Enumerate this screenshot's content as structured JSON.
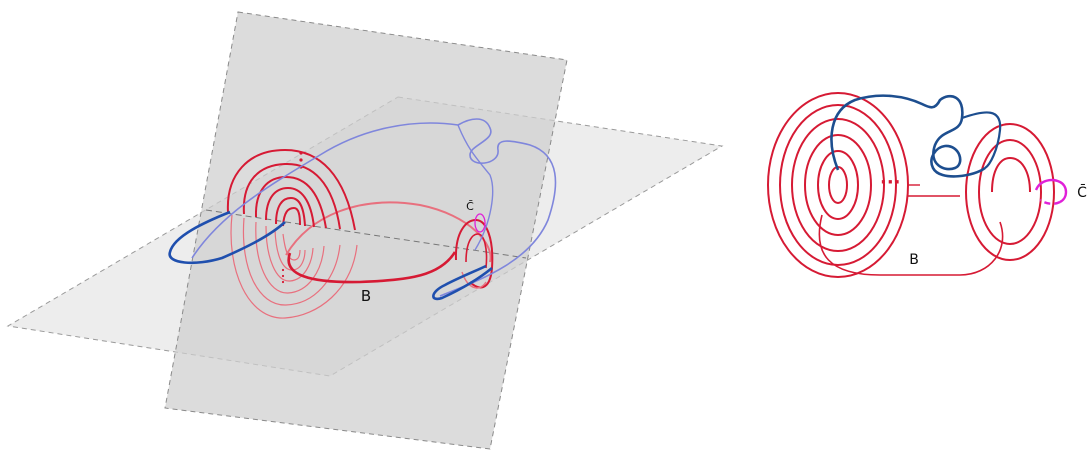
{
  "labels": {
    "left_b": "B",
    "left_c": "C̄",
    "right_b": "B",
    "right_c": "C̄"
  },
  "colors": {
    "red": "#d61a34",
    "light_red": "#e8707e",
    "blue": "#1f4fae",
    "light_blue": "#7f86dc",
    "dark_blue": "#1d4e8f",
    "magenta": "#e020d8",
    "plane_vertical": "#d8d8d8",
    "plane_horizontal": "#ececec"
  }
}
